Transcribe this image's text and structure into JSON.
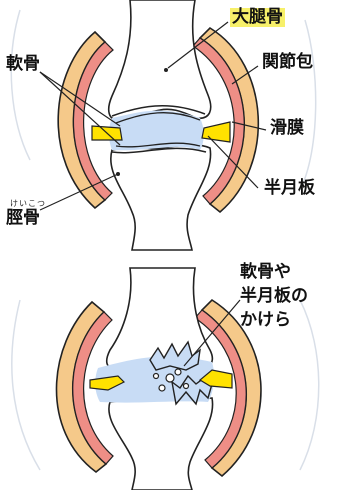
{
  "labels": {
    "femur": "大腿骨",
    "joint_capsule": "関節包",
    "cartilage": "軟骨",
    "synovium": "滑膜",
    "meniscus": "半月板",
    "tibia": "脛骨",
    "tibia_reading": "けいこつ",
    "fragments_line1": "軟骨や",
    "fragments_line2": "半月板の",
    "fragments_line3": "かけら"
  },
  "colors": {
    "bone": "#ffffff",
    "outline": "#222222",
    "capsule_outer": "#f5c98a",
    "capsule_inner": "#ee8e86",
    "cartilage": "#ffe200",
    "synovial_fluid": "#c8dcf5",
    "highlight": "#f7f06a",
    "faint_sketch": "#d9dfe8"
  },
  "icons": [
    "leader-line",
    "point-dot"
  ]
}
